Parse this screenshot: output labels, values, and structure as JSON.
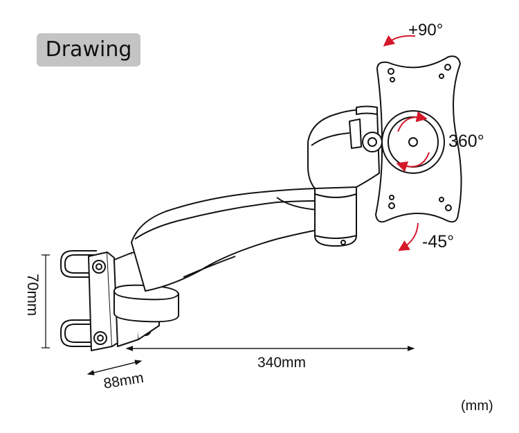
{
  "badge": {
    "text": "Drawing"
  },
  "labels": {
    "tilt_up": "+90°",
    "rotation": "360°",
    "tilt_down": "-45°",
    "arm_length": "340mm",
    "base_width": "88mm",
    "base_height": "70mm",
    "unit": "(mm)"
  },
  "colors": {
    "line": "#111111",
    "arrow": "#d6182b",
    "badge": "#c4c4c4"
  }
}
